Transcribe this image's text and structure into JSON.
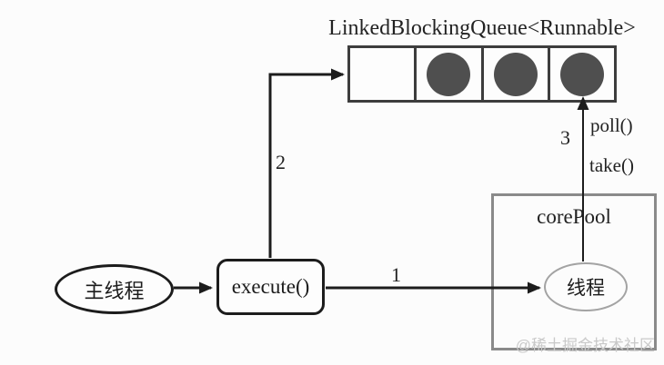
{
  "diagram": {
    "title": "LinkedBlockingQueue<Runnable>",
    "queue": {
      "cells": [
        "empty",
        "filled",
        "filled",
        "filled"
      ]
    },
    "nodes": {
      "main_thread": "主线程",
      "execute": "execute()",
      "core_pool": "corePool",
      "thread": "线程"
    },
    "edges": {
      "step1": "1",
      "step2": "2",
      "step3": "3",
      "poll": "poll()",
      "take": "take()"
    },
    "watermark": "@稀土掘金技术社区",
    "colors": {
      "background": "#fcfcfc",
      "line": "#1c1c1c",
      "queue_border": "#3d3d3d",
      "task_fill": "#4f4f4f",
      "core_pool_border": "#8a8a8a",
      "watermark": "#c9c9c9"
    }
  }
}
